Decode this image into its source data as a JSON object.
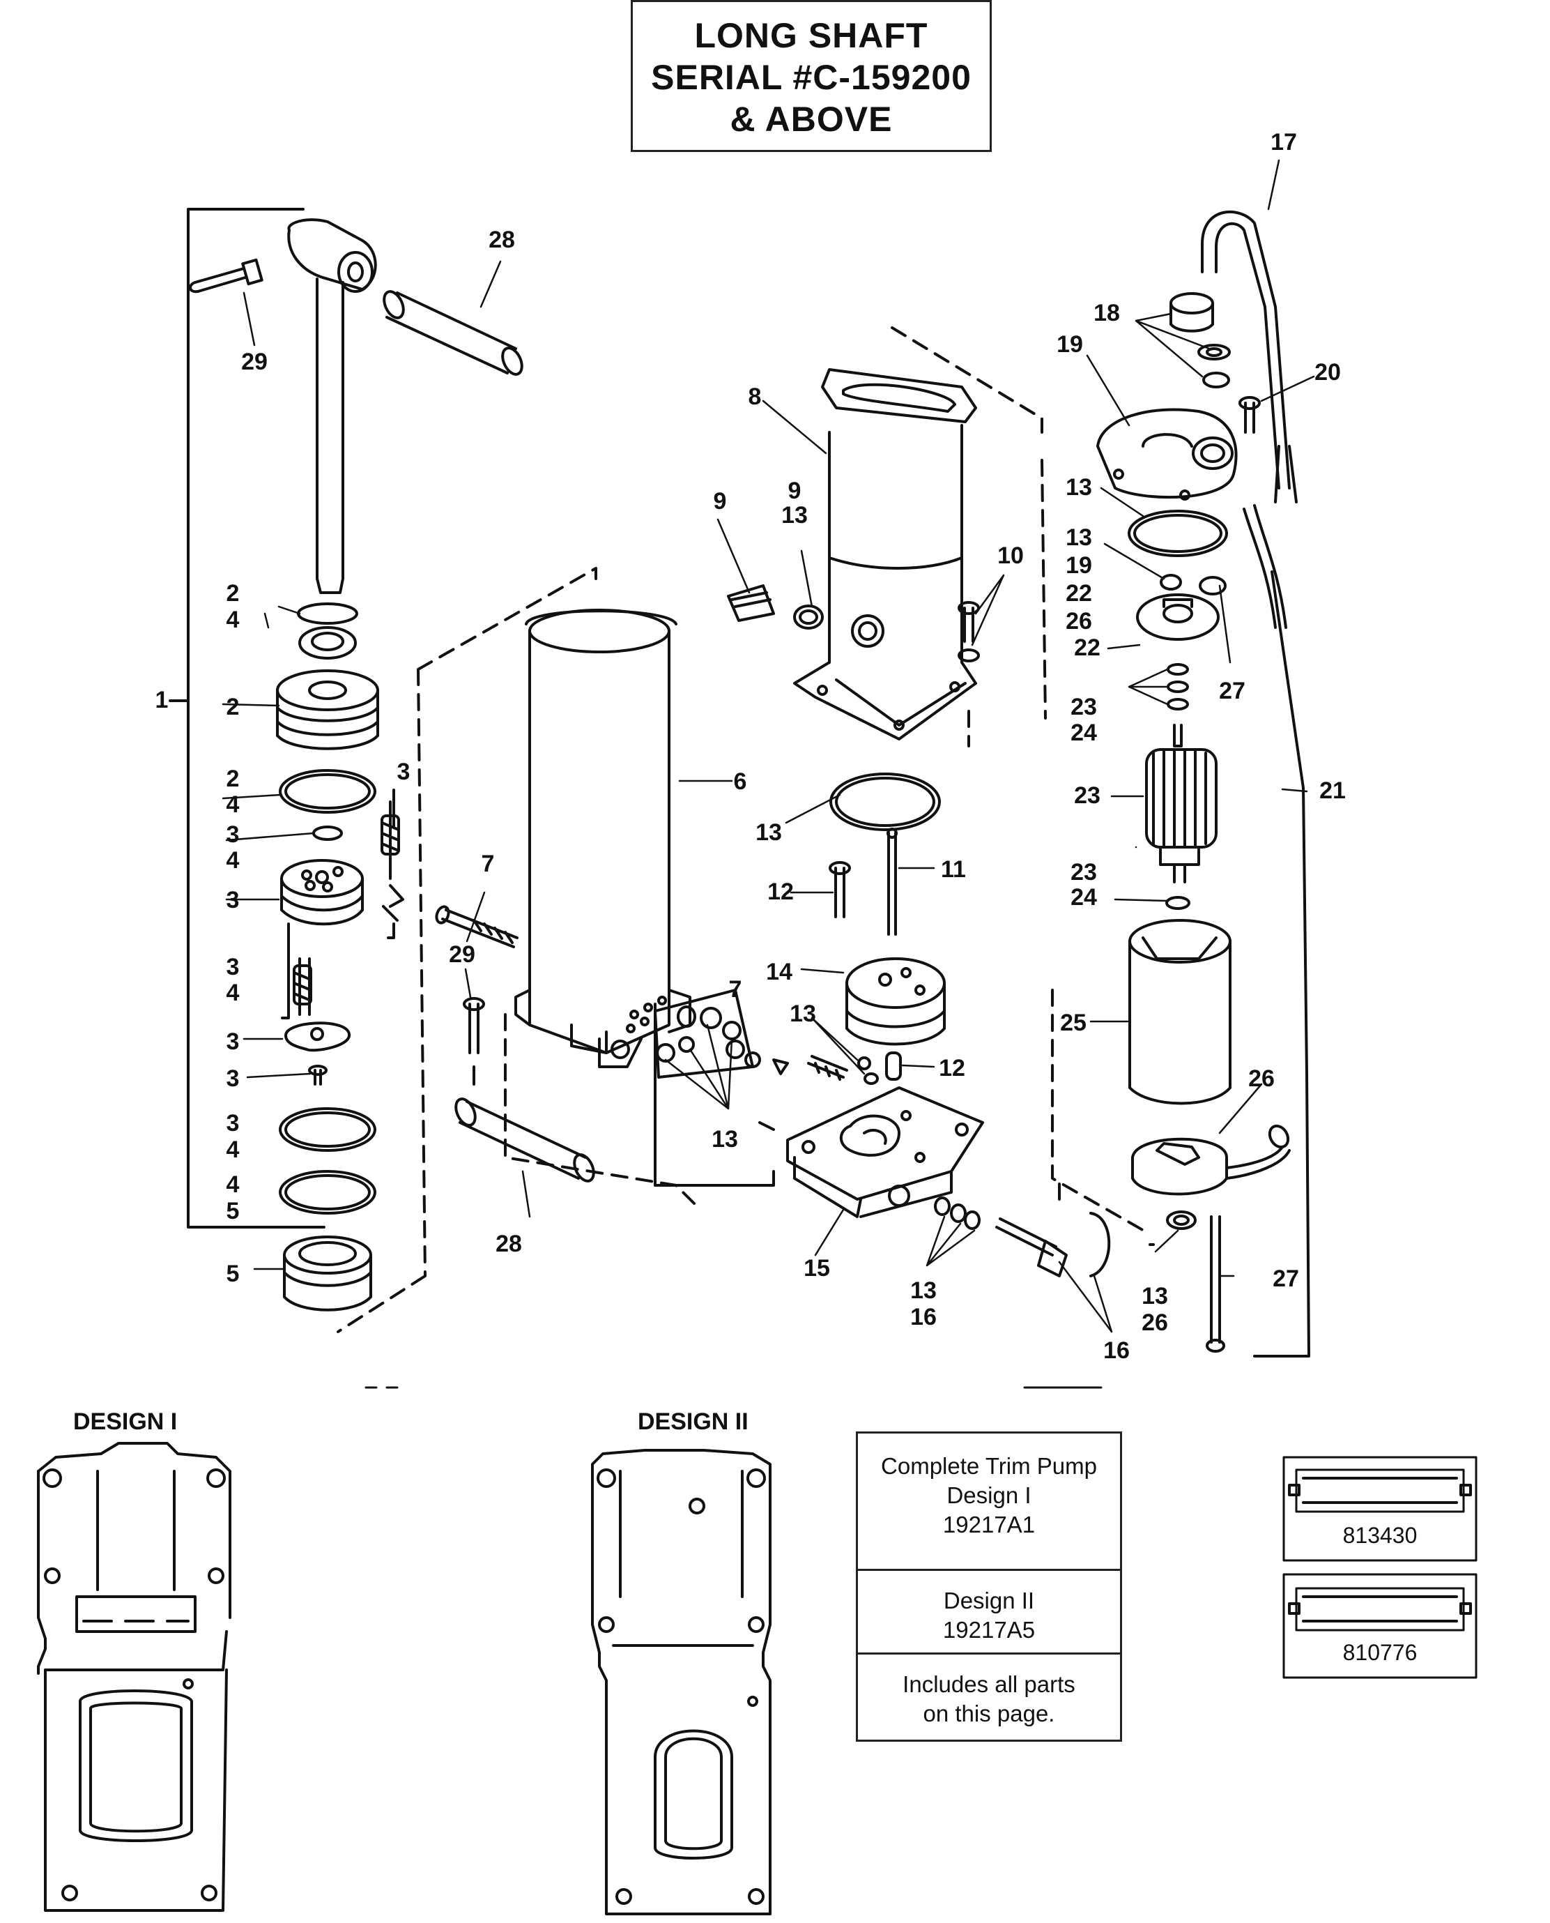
{
  "title": {
    "line1": "LONG SHAFT",
    "line2": "SERIAL #C-159200",
    "line3": "& ABOVE"
  },
  "designs": {
    "design1_label": "DESIGN I",
    "design2_label": "DESIGN II"
  },
  "info_box": {
    "cell1": {
      "line1": "Complete Trim Pump",
      "line2": "Design I",
      "line3": "19217A1"
    },
    "cell2": {
      "line1": "Design II",
      "line2": "19217A5"
    },
    "cell3": {
      "line1": "Includes all parts",
      "line2": "on this page."
    }
  },
  "part_numbers": {
    "top": "813430",
    "bottom": "810776"
  },
  "callouts": [
    {
      "text": "17"
    },
    {
      "text": "28"
    },
    {
      "text": "18"
    },
    {
      "text": "29"
    },
    {
      "text": "19"
    },
    {
      "text": "20"
    },
    {
      "text": "8"
    },
    {
      "text": "9"
    },
    {
      "text": "9"
    },
    {
      "text": "13"
    },
    {
      "text": "13"
    },
    {
      "text": "13"
    },
    {
      "text": "19"
    },
    {
      "text": "22"
    },
    {
      "text": "26"
    },
    {
      "text": "10"
    },
    {
      "text": "2"
    },
    {
      "text": "4"
    },
    {
      "text": "22"
    },
    {
      "text": "27"
    },
    {
      "text": "1"
    },
    {
      "text": "2"
    },
    {
      "text": "23"
    },
    {
      "text": "24"
    },
    {
      "text": "3"
    },
    {
      "text": "6"
    },
    {
      "text": "2"
    },
    {
      "text": "4"
    },
    {
      "text": "21"
    },
    {
      "text": "23"
    },
    {
      "text": "13"
    },
    {
      "text": "3"
    },
    {
      "text": "4"
    },
    {
      "text": "7"
    },
    {
      "text": "11"
    },
    {
      "text": "12"
    },
    {
      "text": "23"
    },
    {
      "text": "24"
    },
    {
      "text": "3"
    },
    {
      "text": "29"
    },
    {
      "text": "7"
    },
    {
      "text": "14"
    },
    {
      "text": "3"
    },
    {
      "text": "4"
    },
    {
      "text": "13"
    },
    {
      "text": "25"
    },
    {
      "text": "3"
    },
    {
      "text": "12"
    },
    {
      "text": "3"
    },
    {
      "text": "13"
    },
    {
      "text": "26"
    },
    {
      "text": "3"
    },
    {
      "text": "4"
    },
    {
      "text": "4"
    },
    {
      "text": "5"
    },
    {
      "text": "28"
    },
    {
      "text": "15"
    },
    {
      "text": "13"
    },
    {
      "text": "16"
    },
    {
      "text": "27"
    },
    {
      "text": "5"
    },
    {
      "text": "13"
    },
    {
      "text": "26"
    },
    {
      "text": "16"
    }
  ]
}
